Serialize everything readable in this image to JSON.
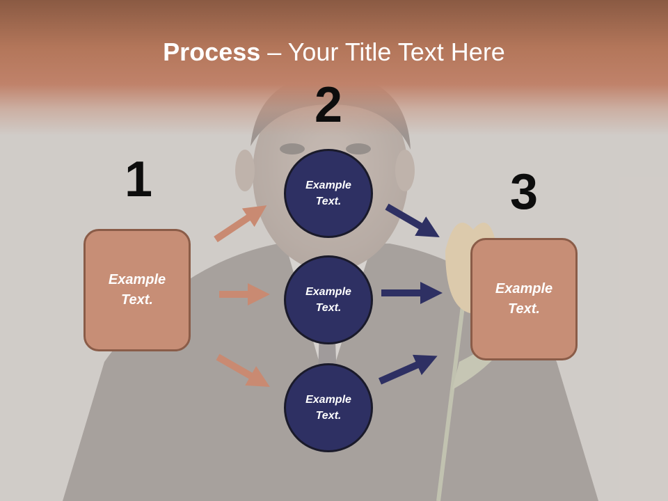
{
  "title": {
    "bold": "Process",
    "rest": " – Your Title Text Here"
  },
  "steps": {
    "one": "1",
    "two": "2",
    "three": "3"
  },
  "left_box": {
    "text": "Example\nText."
  },
  "right_box": {
    "text": "Example\nText."
  },
  "circles": [
    {
      "text": "Example\nText."
    },
    {
      "text": "Example\nText."
    },
    {
      "text": "Example\nText."
    }
  ],
  "colors": {
    "title_band": "#b3765a",
    "box_fill": "#c78e76",
    "box_border": "#8a5c48",
    "circle_fill": "#2e3063",
    "arrow_left": "#c98a72",
    "arrow_right": "#2e3063",
    "number_text": "#0d0d0d"
  }
}
